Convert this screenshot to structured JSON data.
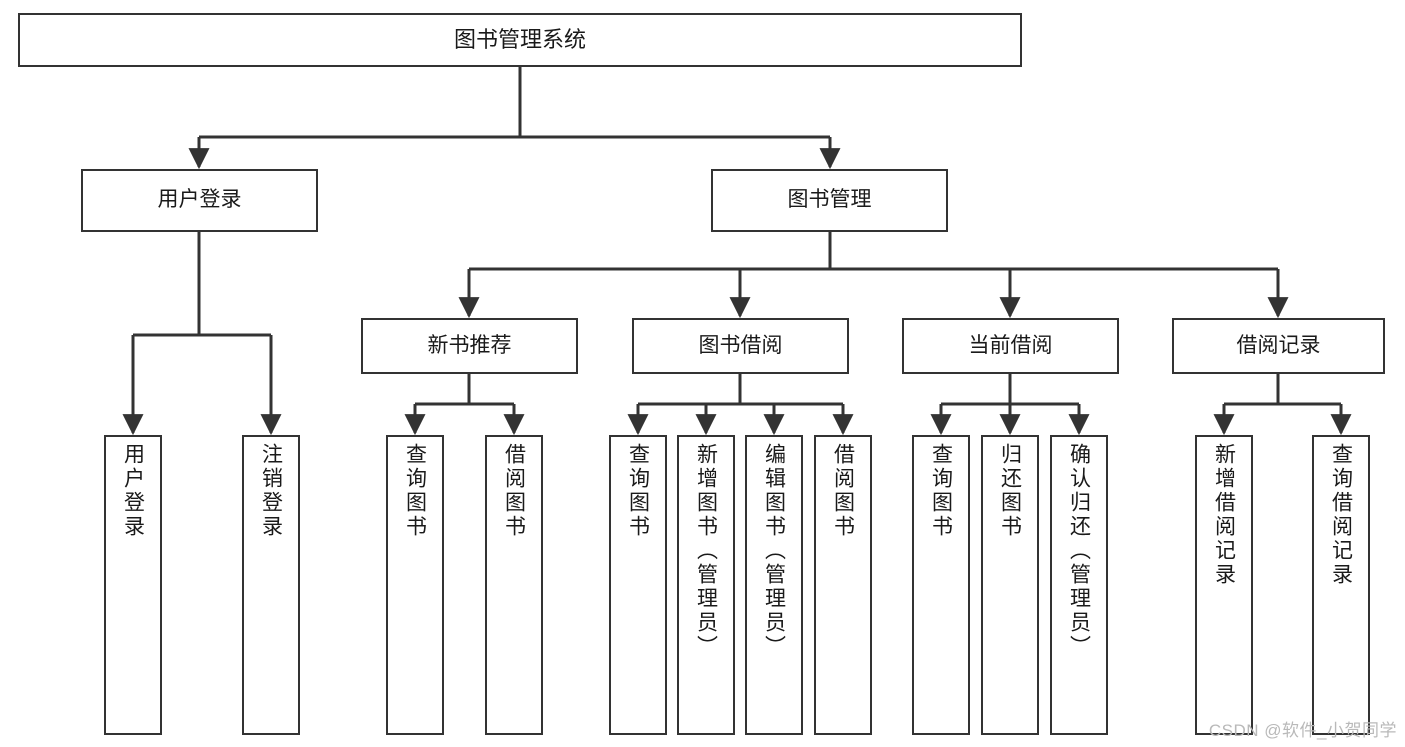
{
  "diagram": {
    "title": "图书管理系统",
    "type": "tree",
    "colors": {
      "background": "#ffffff",
      "node_border": "#333333",
      "node_fill": "#ffffff",
      "edge": "#333333",
      "text": "#1a1a1a",
      "watermark": "#b9b9b9"
    },
    "nodes": {
      "root": {
        "label": "图书管理系统"
      },
      "level2": [
        {
          "id": "user-login",
          "label": "用户登录"
        },
        {
          "id": "book-manage",
          "label": "图书管理"
        }
      ],
      "level3": [
        {
          "id": "new-book-recommend",
          "label": "新书推荐"
        },
        {
          "id": "book-borrow",
          "label": "图书借阅"
        },
        {
          "id": "current-borrow",
          "label": "当前借阅"
        },
        {
          "id": "borrow-record",
          "label": "借阅记录"
        }
      ],
      "leaves": {
        "user-login": [
          {
            "id": "leaf-user-login",
            "label": "用户登录"
          },
          {
            "id": "leaf-logout-login",
            "label": "注销登录"
          }
        ],
        "new-book-recommend": [
          {
            "id": "leaf-query-book-1",
            "label": "查询图书"
          },
          {
            "id": "leaf-borrow-book-1",
            "label": "借阅图书"
          }
        ],
        "book-borrow": [
          {
            "id": "leaf-query-book-2",
            "label": "查询图书"
          },
          {
            "id": "leaf-add-book",
            "label": "新增图书（管理员）"
          },
          {
            "id": "leaf-edit-book",
            "label": "编辑图书（管理员）"
          },
          {
            "id": "leaf-borrow-book-2",
            "label": "借阅图书"
          }
        ],
        "current-borrow": [
          {
            "id": "leaf-query-book-3",
            "label": "查询图书"
          },
          {
            "id": "leaf-return-book",
            "label": "归还图书"
          },
          {
            "id": "leaf-confirm-return",
            "label": "确认归还（管理员）"
          }
        ],
        "borrow-record": [
          {
            "id": "leaf-add-record",
            "label": "新增借阅记录"
          },
          {
            "id": "leaf-query-record",
            "label": "查询借阅记录"
          }
        ]
      }
    },
    "watermark": "CSDN @软件_小贺同学"
  }
}
